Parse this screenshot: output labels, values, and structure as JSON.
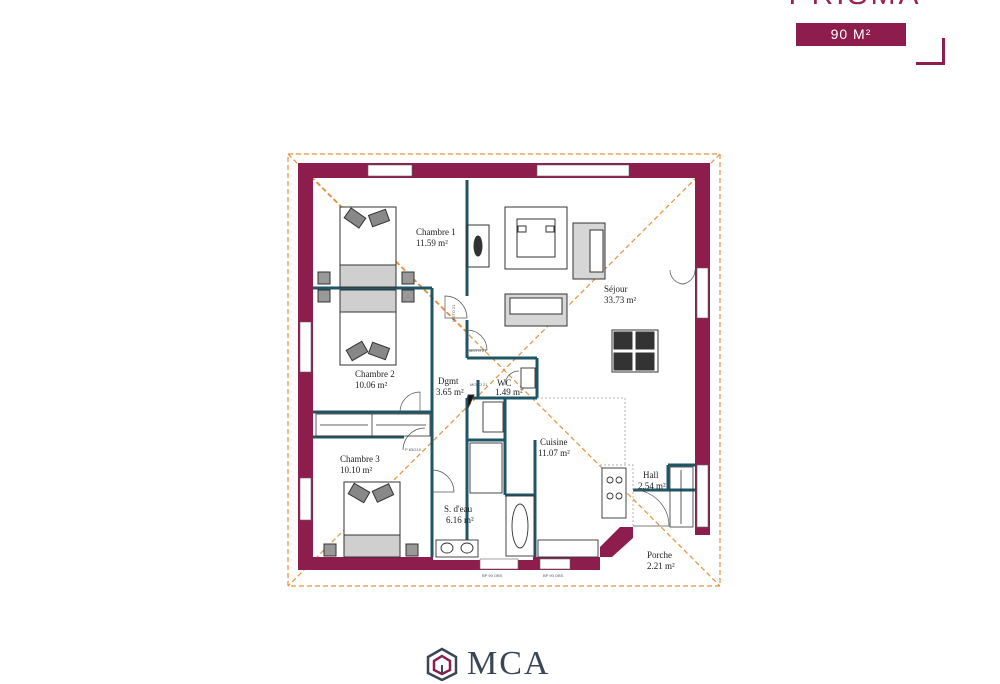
{
  "header": {
    "model_name": "PRISMA",
    "surface": "90 M²",
    "accent_color": "#8d1d4d",
    "corner_icon": "corner-bracket-icon"
  },
  "rooms": [
    {
      "name": "Chambre 1",
      "area": "11.59 m²"
    },
    {
      "name": "Séjour",
      "area": "33.73 m²"
    },
    {
      "name": "Chambre 2",
      "area": "10.06 m²"
    },
    {
      "name": "Dgmt",
      "area": "3.65 m²"
    },
    {
      "name": "WC",
      "area": "1.49 m²"
    },
    {
      "name": "Cuisine",
      "area": "11.07 m²"
    },
    {
      "name": "Chambre 3",
      "area": "10.10 m²"
    },
    {
      "name": "S. d'eau",
      "area": "6.16 m²"
    },
    {
      "name": "Hall",
      "area": "2.54 m²"
    },
    {
      "name": "Porche",
      "area": "2.21 m²"
    }
  ],
  "plan_tags": [
    "MOTO 21",
    "MOTO 21",
    "MOTO 21",
    "P 83/210",
    "BP 90 OBS",
    "BP 90 OBS"
  ],
  "colors": {
    "wall_exterior": "#8d1d4d",
    "wall_interior": "#1f5666",
    "roof_outline": "#e8913a",
    "furniture": "#333333"
  },
  "footer": {
    "logo_text": "MCA",
    "logo_icon": "mca-cube-icon"
  }
}
